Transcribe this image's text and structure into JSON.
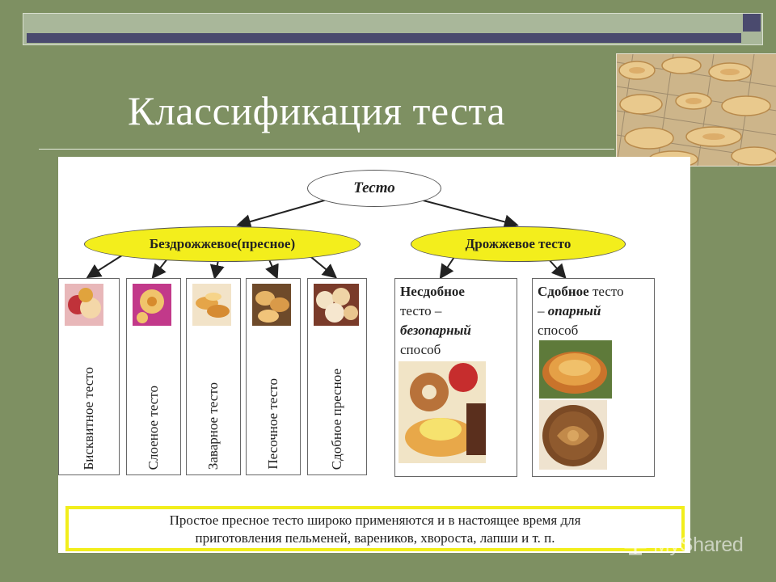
{
  "slide": {
    "title": "Классификация теста"
  },
  "diagram": {
    "root": "Тесто",
    "branches": [
      {
        "label": "Бездрожжевое(пресное)",
        "children": [
          "Бисквитное тесто",
          "Слоеное тесто",
          "Заварное тесто",
          "Песочное тесто",
          "Сдобное пресное"
        ]
      },
      {
        "label": "Дрожжевое тесто",
        "children": [
          {
            "lines": [
              [
                {
                  "t": "Несдобное",
                  "style": "bold"
                }
              ],
              [
                {
                  "t": "тесто –",
                  "style": "normal"
                }
              ],
              [
                {
                  "t": "безопарный",
                  "style": "bold-italic"
                }
              ],
              [
                {
                  "t": "способ",
                  "style": "normal"
                }
              ]
            ]
          },
          {
            "lines": [
              [
                {
                  "t": "Сдобное",
                  "style": "bold"
                },
                {
                  "t": " тесто",
                  "style": "normal"
                }
              ],
              [
                {
                  "t": "– ",
                  "style": "normal"
                },
                {
                  "t": "опарный",
                  "style": "bold-italic"
                }
              ],
              [
                {
                  "t": "способ",
                  "style": "normal"
                }
              ]
            ]
          }
        ]
      }
    ],
    "note": [
      "Простое пресное тесто широко применяются и в настоящее время для",
      "приготовления пельменей, вареников, хвороста, лапши и т. п."
    ]
  },
  "watermark": {
    "text": "MyShared",
    "icon": "myshared-logo-icon"
  },
  "colors": {
    "background": "#7e9062",
    "accent_bar": "#4a4a6e",
    "node_yellow": "#f3ee1c"
  }
}
